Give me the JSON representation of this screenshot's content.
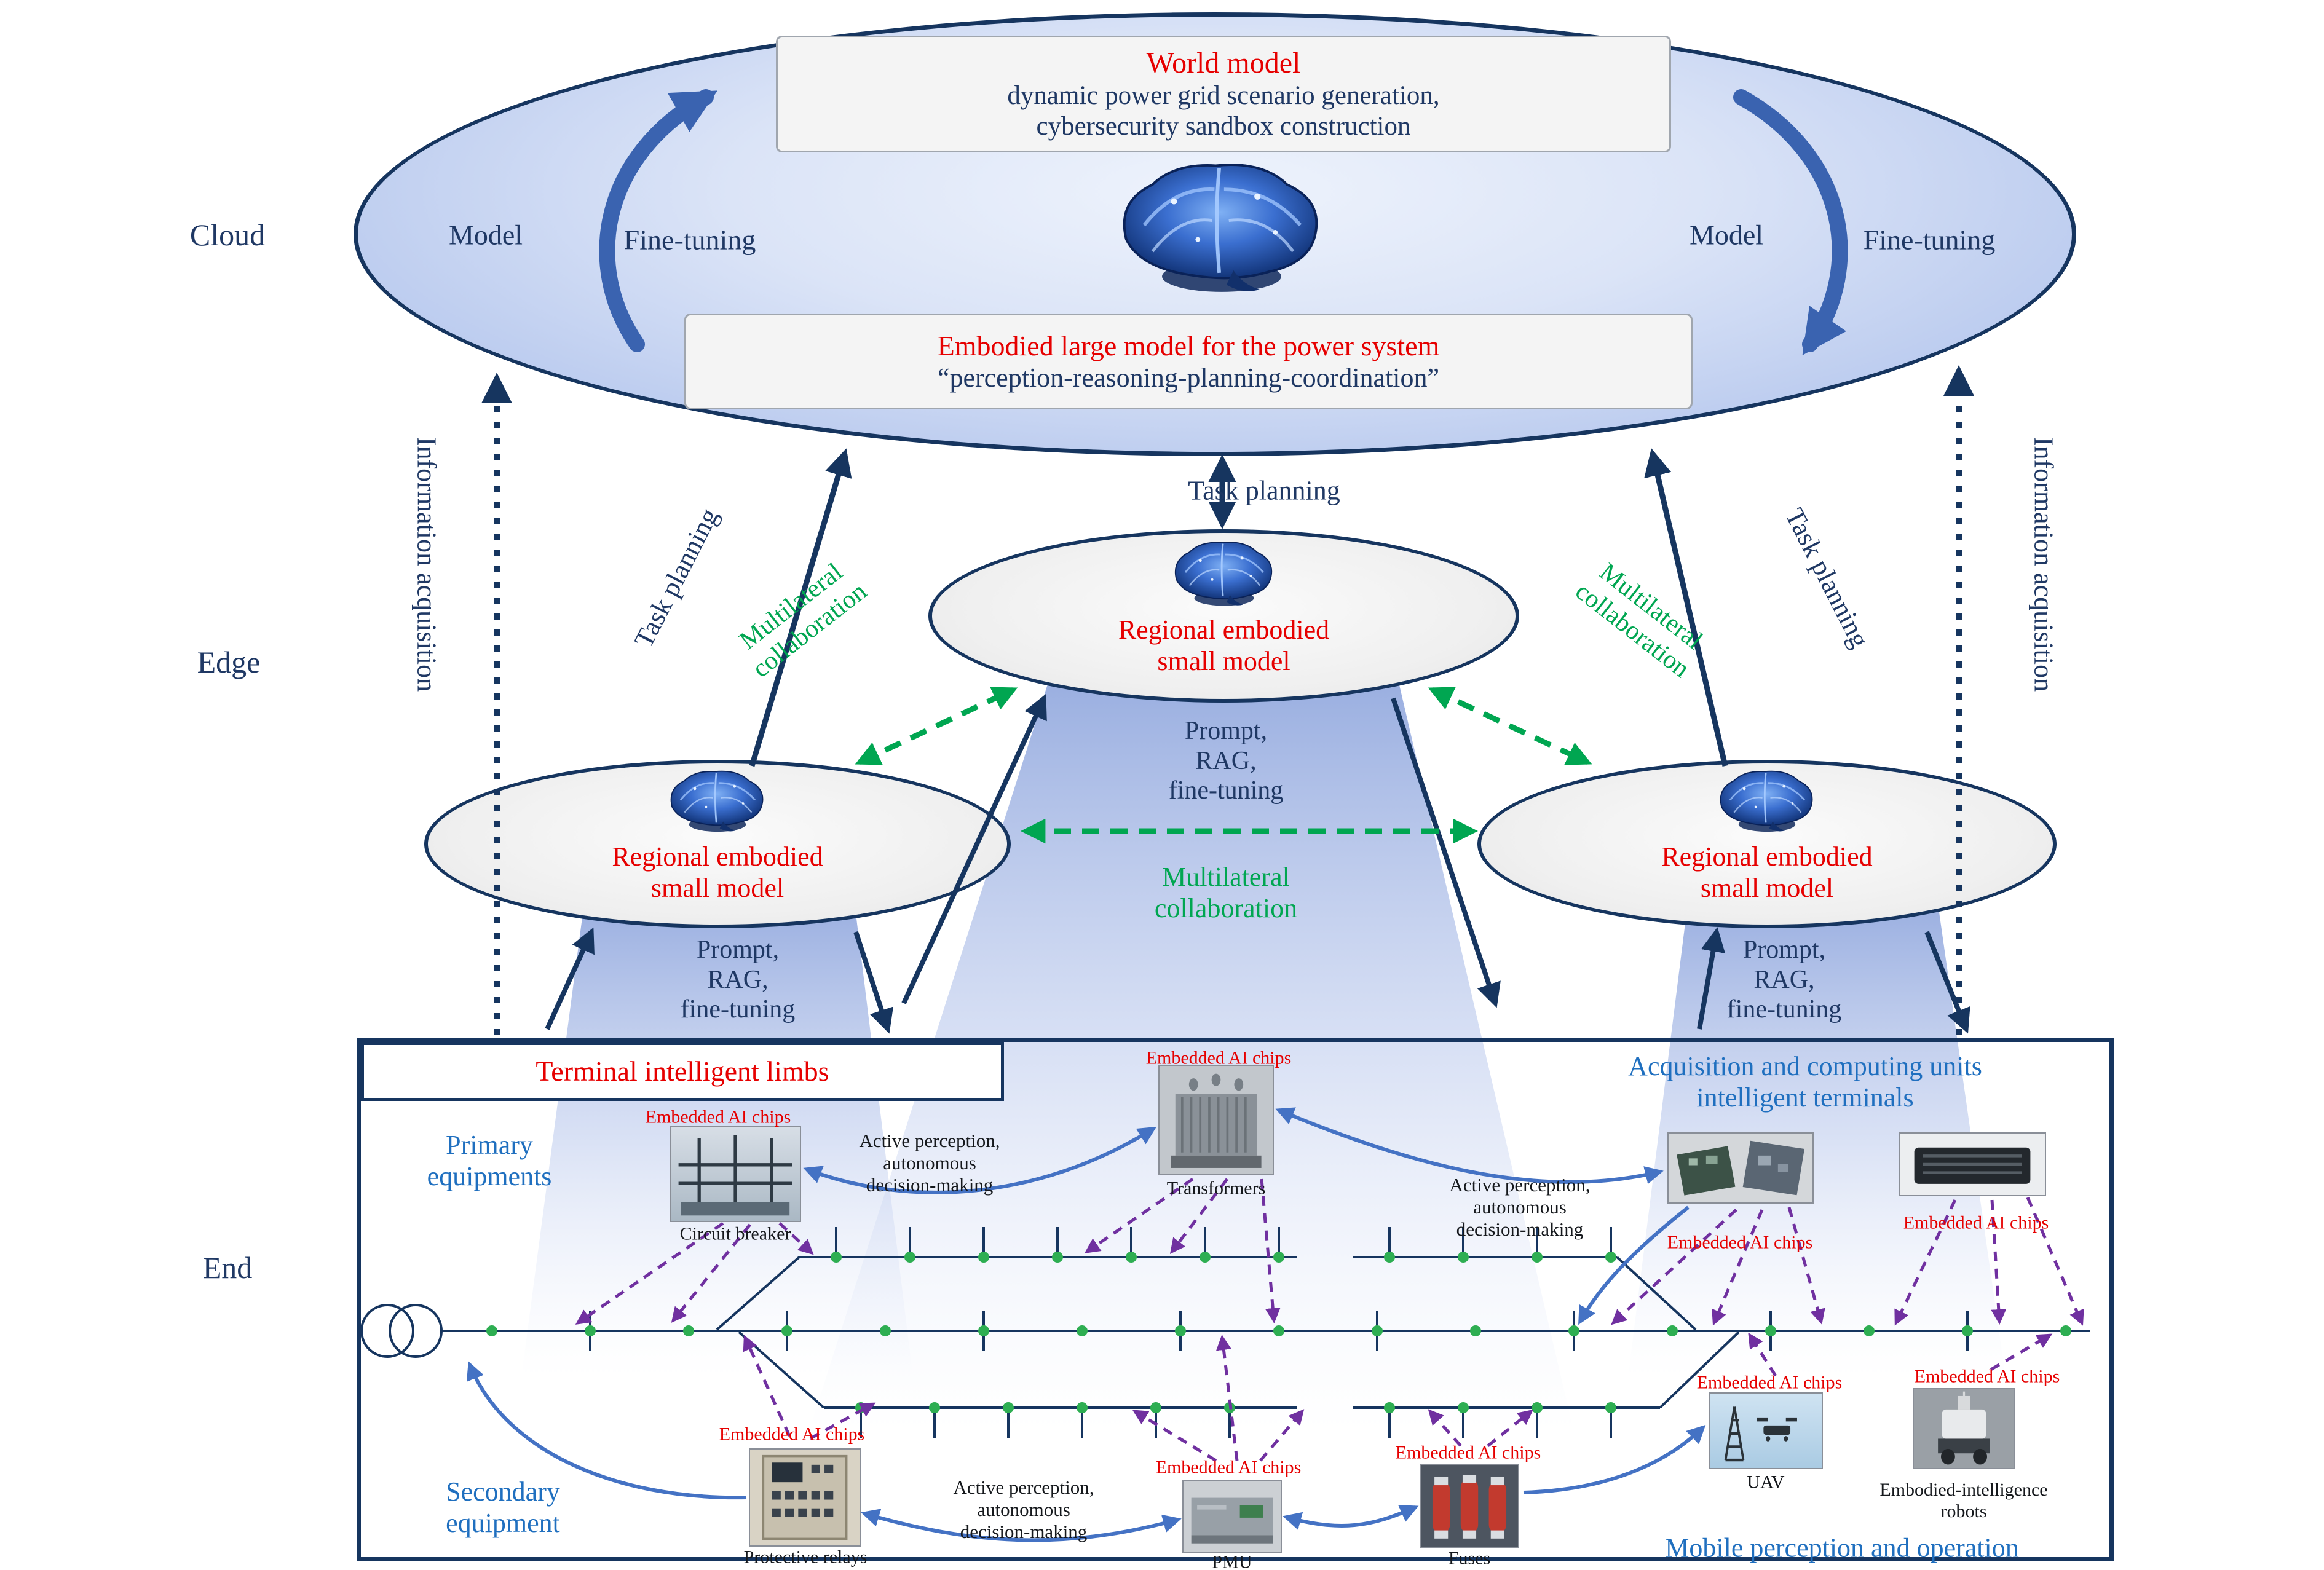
{
  "layers": {
    "cloud": "Cloud",
    "edge": "Edge",
    "end": "End"
  },
  "cloud": {
    "world_model_title": "World model",
    "world_model_sub": "dynamic power grid scenario generation,\ncybersecurity sandbox construction",
    "embodied_title": "Embodied large model for the power system",
    "embodied_sub": "“perception-reasoning-planning-coordination”",
    "model_left": "Model",
    "finetune_left": "Fine-tuning",
    "model_right": "Model",
    "finetune_right": "Fine-tuning"
  },
  "edge": {
    "task_planning_center": "Task planning",
    "task_planning_left": "Task planning",
    "task_planning_right": "Task planning",
    "info_acq_left": "Information acquisition",
    "info_acq_right": "Information acquisition",
    "multilateral_left": "Multilateral\ncollaboration",
    "multilateral_center": "Multilateral\ncollaboration",
    "multilateral_right": "Multilateral\ncollaboration",
    "regional_left": "Regional embodied\nsmall model",
    "regional_center": "Regional embodied\nsmall model",
    "regional_right": "Regional embodied\nsmall model",
    "prompt_left": "Prompt,\nRAG,\nfine-tuning",
    "prompt_center": "Prompt,\nRAG,\nfine-tuning",
    "prompt_right": "Prompt,\nRAG,\nfine-tuning"
  },
  "end": {
    "terminal_limbs": "Terminal intelligent limbs",
    "acquisition_units": "Acquisition and computing units\nintelligent terminals",
    "primary": "Primary\nequipments",
    "secondary": "Secondary\nequipment",
    "mobile": "Mobile perception and operation",
    "chips": "Embedded AI chips",
    "active_perception": "Active perception,\nautonomous\ndecision-making",
    "captions": {
      "circuit_breaker": "Circuit breaker",
      "transformers": "Transformers",
      "relays": "Protective relays",
      "pmu": "PMU",
      "fuses": "Fuses",
      "uav": "UAV",
      "robots": "Embodied-intelligence\nrobots"
    }
  },
  "colors": {
    "navy": "#1f3864",
    "red": "#e60000",
    "green": "#00a651",
    "blue": "#1f6fbf",
    "purple": "#7030a0",
    "arrow_blue": "#4472c4"
  }
}
